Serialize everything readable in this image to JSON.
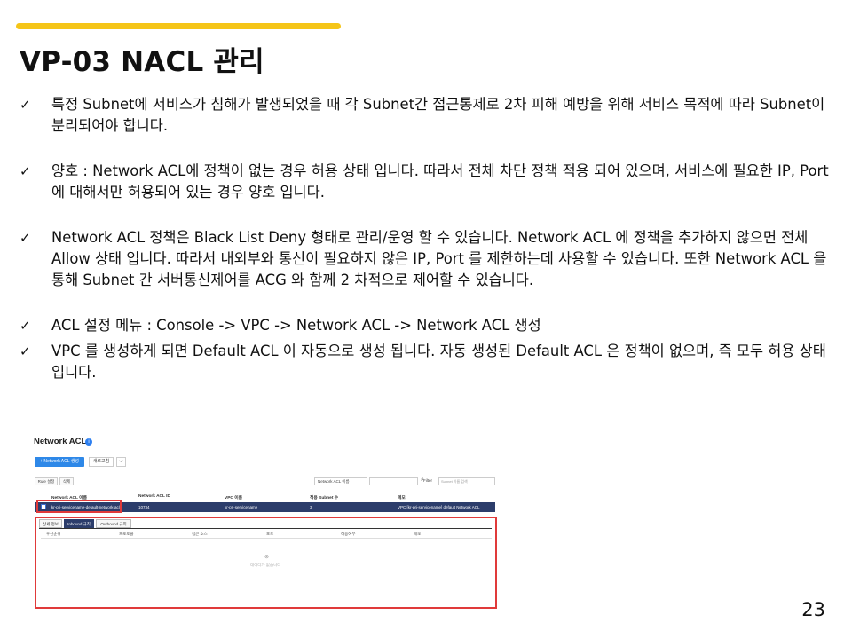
{
  "slide": {
    "title": "VP-03 NACL 관리",
    "page_number": "23",
    "check_glyph": "✓",
    "bullets": [
      "특정 Subnet에 서비스가 침해가 발생되었을 때 각 Subnet간 접근통제로 2차 피해 예방을 위해 서비스 목적에 따라 Subnet이 분리되어야 합니다.",
      "양호 : Network ACL에 정책이 없는 경우 허용 상태 입니다. 따라서 전체 차단 정책 적용 되어 있으며, 서비스에 필요한 IP, Port에 대해서만 허용되어 있는 경우 양호 입니다.",
      "Network ACL 정책은 Black List Deny 형태로 관리/운영 할 수 있습니다. Network ACL 에 정책을 추가하지 않으면 전체 Allow 상태 입니다. 따라서 내외부와 통신이 필요하지 않은 IP, Port 를 제한하는데 사용할 수 있습니다. 또한 Network ACL 을 통해 Subnet 간 서버통신제어를 ACG 와 함께 2 차적으로 제어할 수 있습니다.",
      "ACL 설정 메뉴 : Console -> VPC -> Network ACL -> Network ACL 생성",
      "VPC 를 생성하게 되면 Default ACL 이 자동으로 생성 됩니다. 자동 생성된 Default ACL 은 정책이 없으며, 즉 모두 허용 상태 입니다."
    ]
  },
  "screenshot": {
    "title": "Network ACL",
    "info_icon": "i",
    "create_button": "+ Network ACL 생성",
    "refresh_button": "새로고침",
    "more_icon": "⌵",
    "rule_button": "Rule 설정",
    "delete_button": "삭제",
    "filter_select": "Network ACL 이름",
    "search_icon": "⌕",
    "filter_label": "Filter",
    "filter_placeholder": "Subnet 이름 검색",
    "columns": [
      "Network ACL 이름",
      "Network ACL ID",
      "VPC 이름",
      "적용 Subnet 수",
      "메모"
    ],
    "row": [
      "kr-pri-servicename-default-network-acl",
      "10734",
      "kr-pri-servicename",
      "3",
      "VPC [kr-pri-servicename] default Network ACL"
    ],
    "tabs": [
      "상세 정보",
      "Inbound 규칙",
      "Outbound 규칙"
    ],
    "rule_columns": [
      "우선순위",
      "프로토콜",
      "접근 소스",
      "포트",
      "허용여부",
      "메모"
    ],
    "empty_icon": "⊗",
    "empty_text": "데이터가 없습니다"
  },
  "colors": {
    "accent_bar": "#f5c518",
    "highlight_red": "#e03a3a",
    "selected_row": "#2c3d6b",
    "primary_button": "#2e88e8"
  }
}
